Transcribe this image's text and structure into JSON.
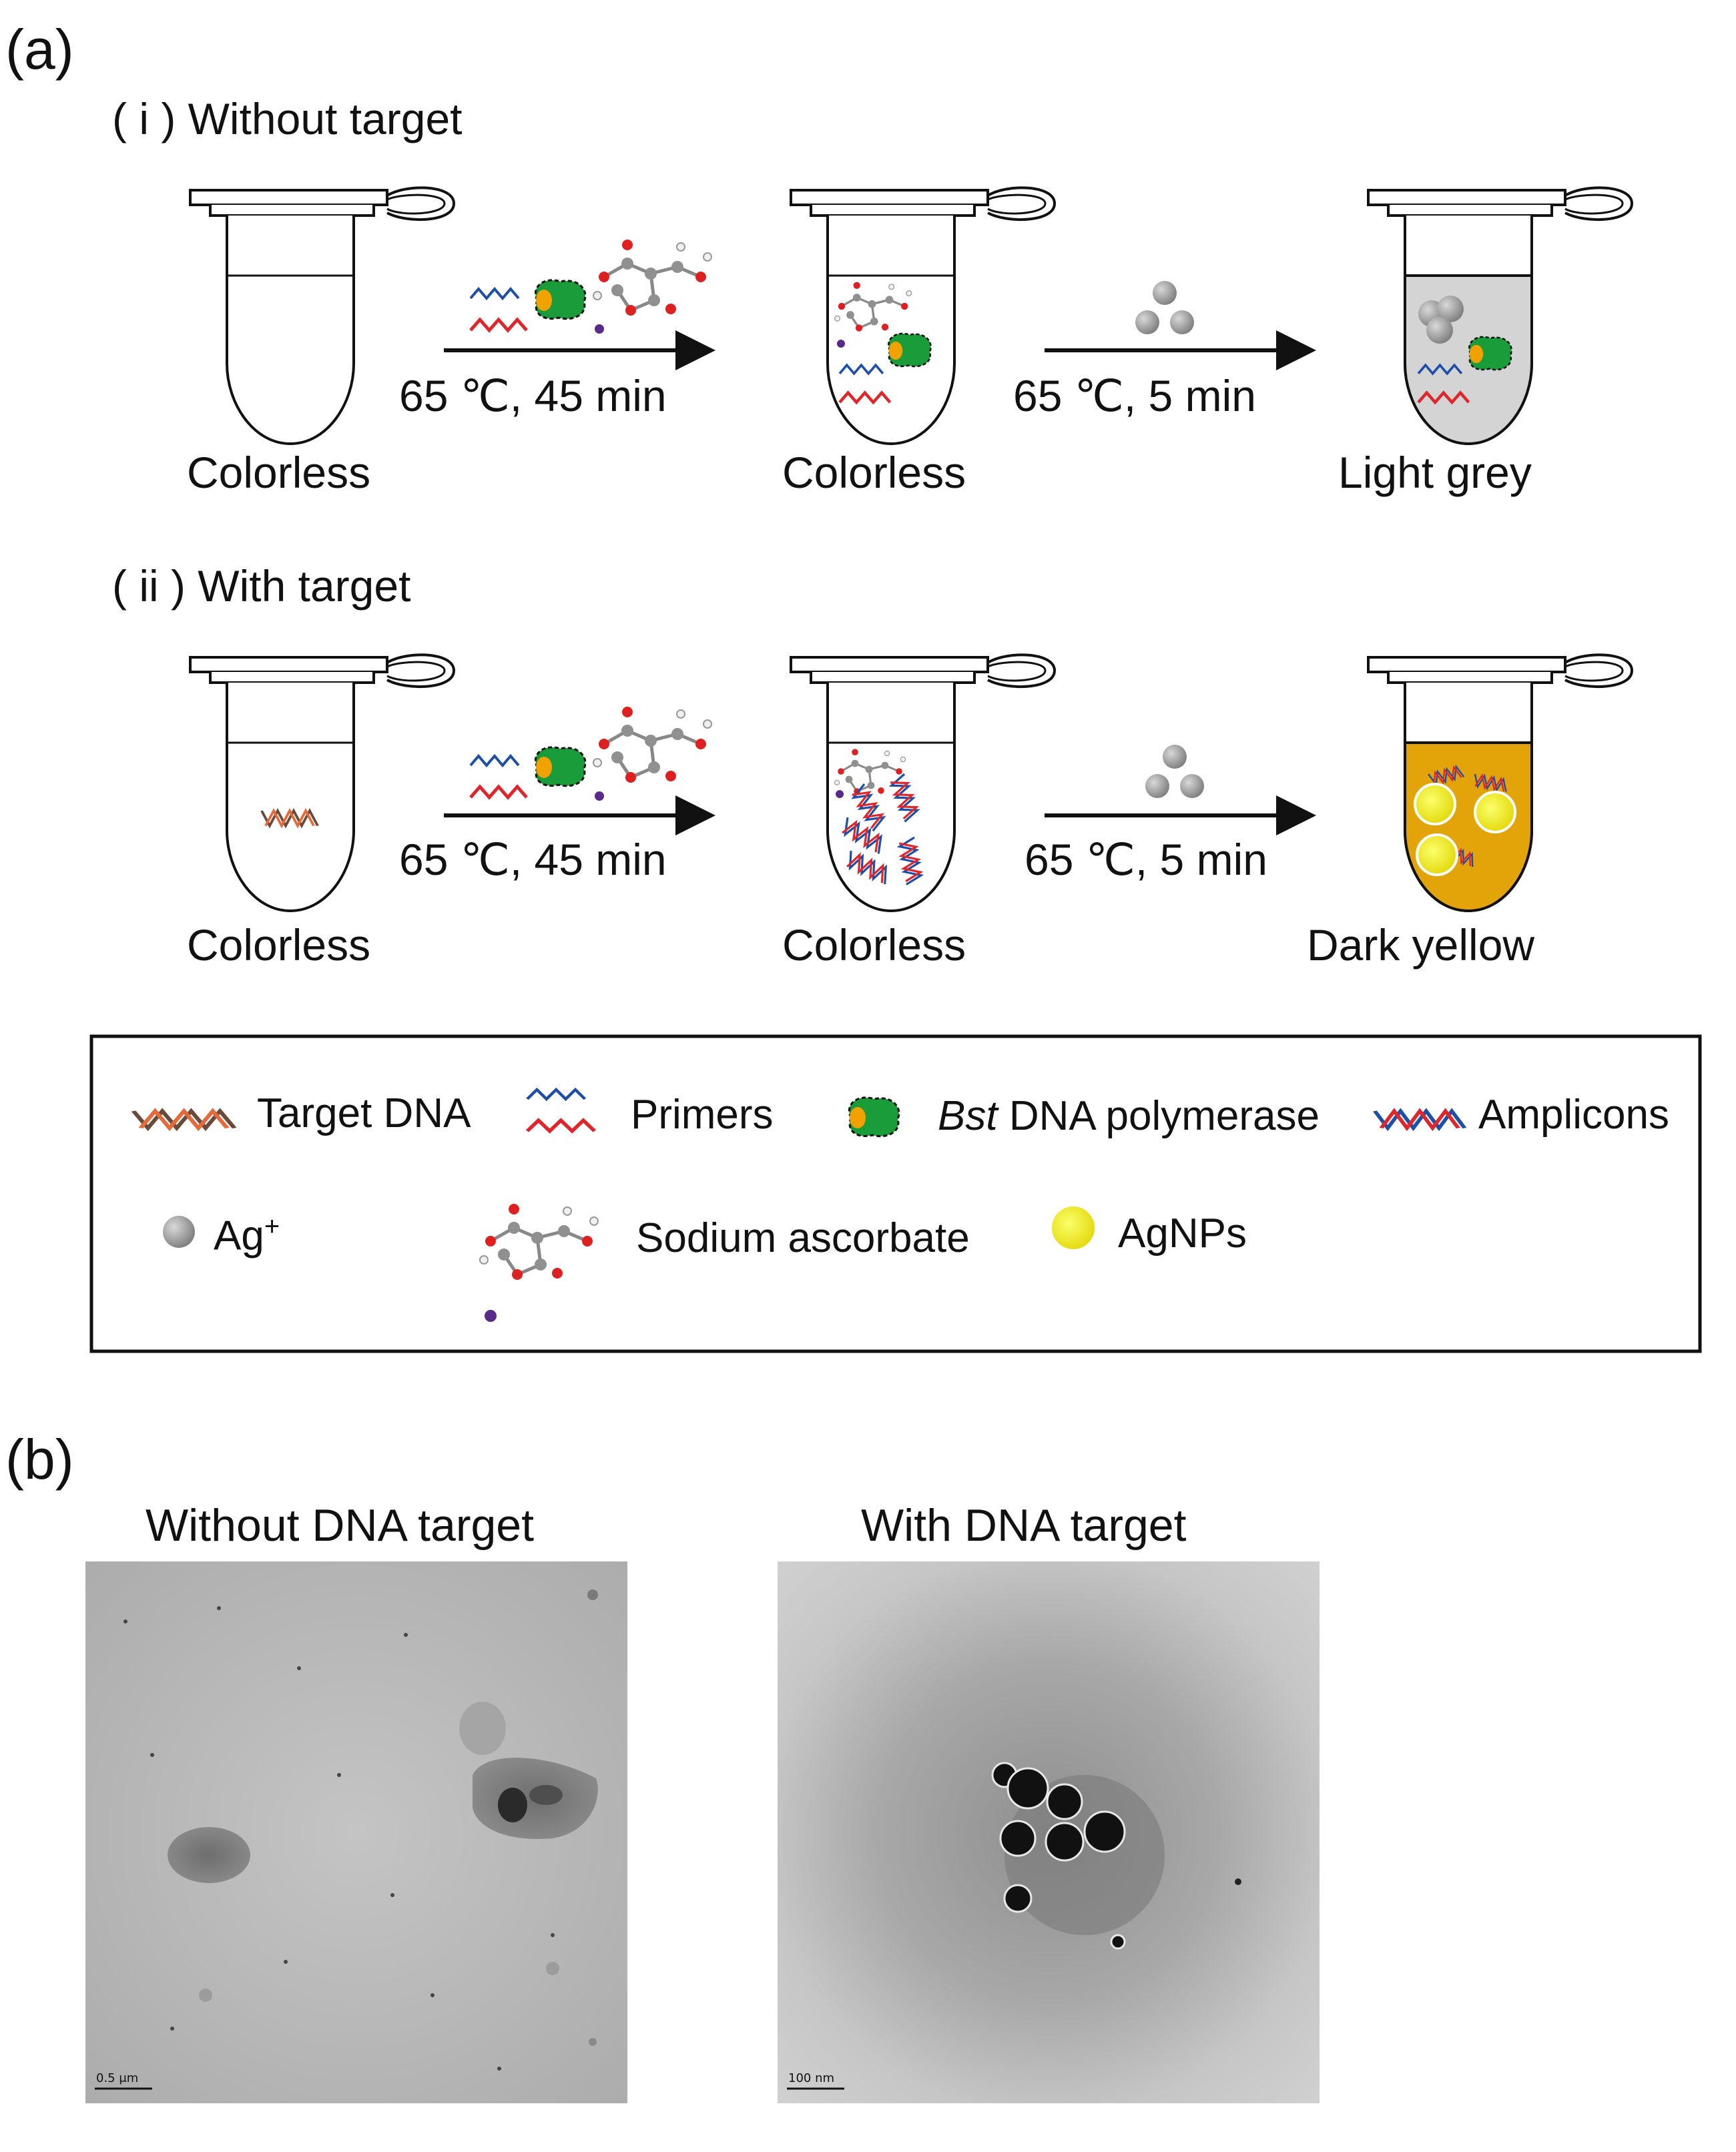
{
  "panel_a": {
    "label": "(a)",
    "row1": {
      "title": "( i ) Without target",
      "step1_condition": "65 ℃, 45 min",
      "step2_condition": "65 ℃, 5 min",
      "tube_labels": [
        "Colorless",
        "Colorless",
        "Light grey"
      ]
    },
    "row2": {
      "title": "( ii ) With target",
      "step1_condition": "65 ℃, 45 min",
      "step2_condition": "65 ℃, 5 min",
      "tube_labels": [
        "Colorless",
        "Colorless",
        "Dark yellow"
      ]
    },
    "colors": {
      "light_grey_fill": "#d4d4d4",
      "dark_yellow_fill": "#e3a40a",
      "agnp": "#f4f20a",
      "ag_ion": "#9a9a9a",
      "primer_blue": "#1e4fa8",
      "primer_red": "#e0262a",
      "polymerase_green": "#1a9c3a"
    },
    "legend": {
      "target_dna": "Target DNA",
      "primers": "Primers",
      "bst_italic": "Bst",
      "bst_rest": " DNA polymerase",
      "amplicons": "Amplicons",
      "ag_ion": "Ag",
      "ag_ion_sup": "+",
      "sodium_ascorbate": "Sodium ascorbate",
      "agnps": "AgNPs"
    }
  },
  "panel_b": {
    "label": "(b)",
    "left_title": "Without DNA target",
    "right_title": "With DNA target",
    "left_scale": "0.5 μm",
    "right_scale": "100 nm"
  }
}
